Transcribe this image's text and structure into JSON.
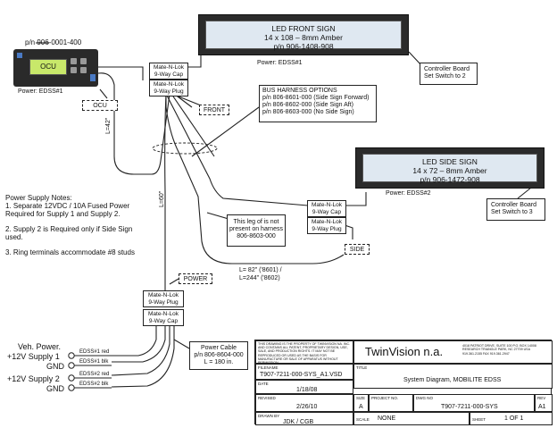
{
  "ocu": {
    "part_number": "p/n 906-0001-400",
    "screen_text": "OCU",
    "power_label": "Power: EDSS#1",
    "tag": "OCU"
  },
  "front_sign": {
    "line1": "LED FRONT SIGN",
    "line2": "14 x 108 – 8mm Amber",
    "line3": "p/n 906-1408-908",
    "power_label": "Power: EDSS#1"
  },
  "side_sign": {
    "line1": "LED SIDE SIGN",
    "line2": "14 x 72 – 8mm Amber",
    "line3": "p/n 906-1472-908",
    "power_label": "Power: EDSS#2"
  },
  "controller_front": {
    "line1": "Controller Board",
    "line2": "Set Switch to 2"
  },
  "controller_side": {
    "line1": "Controller Board",
    "line2": "Set Switch to 3"
  },
  "connectors": {
    "top_cap": {
      "line1": "Mate-N-Lok",
      "line2": "9-Way Cap"
    },
    "top_plug": {
      "line1": "Mate-N-Lok",
      "line2": "9-Way Plug"
    },
    "side_cap": {
      "line1": "Mate-N-Lok",
      "line2": "9-Way Cap"
    },
    "side_plug": {
      "line1": "Mate-N-Lok",
      "line2": "9-Way Plug"
    },
    "power_plug": {
      "line1": "Mate-N-Lok",
      "line2": "9-Way Plug"
    },
    "power_cap": {
      "line1": "Mate-N-Lok",
      "line2": "9-Way Cap"
    }
  },
  "tags": {
    "front": "FRONT",
    "side": "SIDE",
    "power": "POWER"
  },
  "bus_harness": {
    "title": "BUS HARNESS OPTIONS",
    "options": [
      "p/n 806-8601-000 (Side Sign Forward)",
      "p/n 806-8602-000 (Side Sign Aft)",
      "p/n 806-8603-000 (No Side Sign)"
    ]
  },
  "leg_note": {
    "line1": "This leg of is not",
    "line2": "present on harness",
    "line3": "806-8603-000"
  },
  "lengths": {
    "l42": "L=42\"",
    "l60": "L=60\"",
    "l82_a": "L= 82\" ('8601) /",
    "l82_b": "L=244\" ('8602)"
  },
  "power_notes": {
    "title": "Power Supply Notes:",
    "n1a": "1.  Separate 12VDC / 10A Fused Power",
    "n1b": "Required for Supply 1 and Supply 2.",
    "n2a": "2.  Supply 2 is Required only if Side Sign",
    "n2b": "used.",
    "n3": "3.  Ring terminals accommodate #8 studs"
  },
  "power_cable": {
    "line1": "Power Cable",
    "line2": "p/n 806-8604-000",
    "line3": "L = 180 in."
  },
  "supply": {
    "veh": "Veh. Power.",
    "s1": "+12V Supply 1",
    "gnd1": "GND",
    "s2": "+12V Supply 2",
    "gnd2": "GND",
    "w1": "EDSS#1 red",
    "w2": "EDSS#1 blk",
    "w3": "EDSS#2 red",
    "w4": "EDSS#2 blk"
  },
  "title_block": {
    "disclaimer": "THIS DRAWING IS THE PROPERTY OF TWINVISION NA. INC. AND CONTAINS ALL PATENT, PROPRIETARY DESIGN, USE, SALE, AND PRODUCTION RIGHTS. IT MAY NOT BE REPRODUCED OR USED AS THE BASIS FOR MANUFACTURE OR SALE OF APPARATUS WITHOUT PERMISSION.",
    "company": "TwinVision n.a.",
    "address": "4018 PATRIOT DRIVE, SUITE 100 P.O. BOX 14008 RESEARCH TRIANGLE PARK, NC 27709 USA 919.361.2155  FAX 919.361.2947",
    "filename_label": "FILENAME",
    "filename": "T907-7211-000-SYS_A1.VSD",
    "title_label": "TITLE",
    "title": "System Diagram, MOBILITE EDSS",
    "date_label": "DATE",
    "date": "1/18/08",
    "revised_label": "REVISED",
    "revised": "2/26/10",
    "size_label": "SIZE",
    "size": "A",
    "project_label": "PROJECT NO.",
    "project": "",
    "dwg_label": "DWG NO",
    "dwg": "T907-7211-000-SYS",
    "rev_label": "REV",
    "rev": "A1",
    "drawn_label": "DRAWN BY",
    "drawn": "JDK / CGB",
    "scale_label": "SCALE",
    "scale": "NONE",
    "sheet_label": "SHEET",
    "sheet": "1 OF 1"
  }
}
